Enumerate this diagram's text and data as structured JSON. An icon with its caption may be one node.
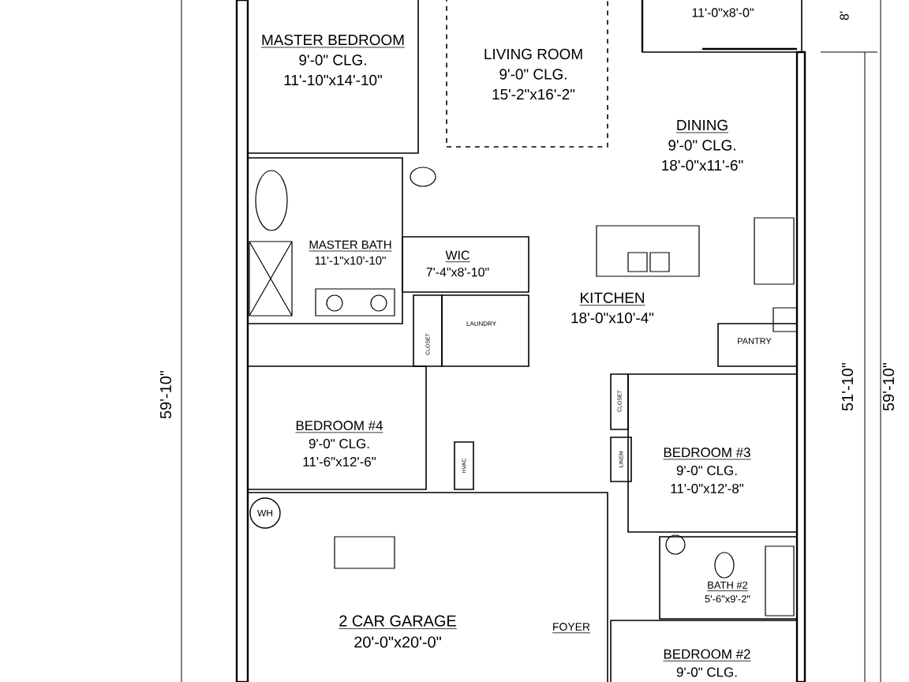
{
  "diagram": {
    "nodes": [
      {
        "text": [
          "MASTER BEDROOM",
          "9'-0\" CLG.",
          "11'-10\"x14'-10\""
        ]
      },
      {
        "text": [
          "LIVING ROOM",
          "9'-0\" CLG.",
          "15'-2\"x16'-2\""
        ]
      },
      {
        "text": [
          "11'-0\"x8'-0\""
        ]
      },
      {
        "text": [
          "DINING",
          "9'-0\" CLG.",
          "18'-0\"x11'-6\""
        ]
      },
      {
        "text": [
          "MASTER BATH",
          "11'-1\"x10'-10\""
        ]
      },
      {
        "text": [
          "WIC",
          "7'-4\"x8'-10\""
        ]
      },
      {
        "text": [
          "KITCHEN",
          "18'-0\"x10'-4\""
        ]
      },
      {
        "text": [
          "CLOSET"
        ]
      },
      {
        "text": [
          "LAUNDRY"
        ]
      },
      {
        "text": [
          "PANTRY"
        ]
      },
      {
        "text": [
          "BEDROOM #4",
          "9'-0\" CLG.",
          "11'-6\"x12'-6\""
        ]
      },
      {
        "text": [
          "HVAC"
        ]
      },
      {
        "text": [
          "CLOSET"
        ]
      },
      {
        "text": [
          "BEDROOM #3",
          "9'-0\" CLG.",
          "11'-0\"x12'-8\""
        ]
      },
      {
        "text": [
          "LINEN"
        ]
      },
      {
        "text": [
          "BATH #2",
          "5'-6\"x9'-2\""
        ]
      },
      {
        "text": [
          "2 CAR GARAGE",
          "20'-0\"x20'-0\""
        ]
      },
      {
        "text": [
          "WH"
        ],
        "in": 16
      },
      {
        "text": [
          "BEDROOM #2",
          "9'-0\" CLG."
        ]
      }
    ],
    "labels": [
      "8'",
      "59'-10\"",
      "FOYER",
      "51'-10\"",
      "59'-10\""
    ]
  }
}
